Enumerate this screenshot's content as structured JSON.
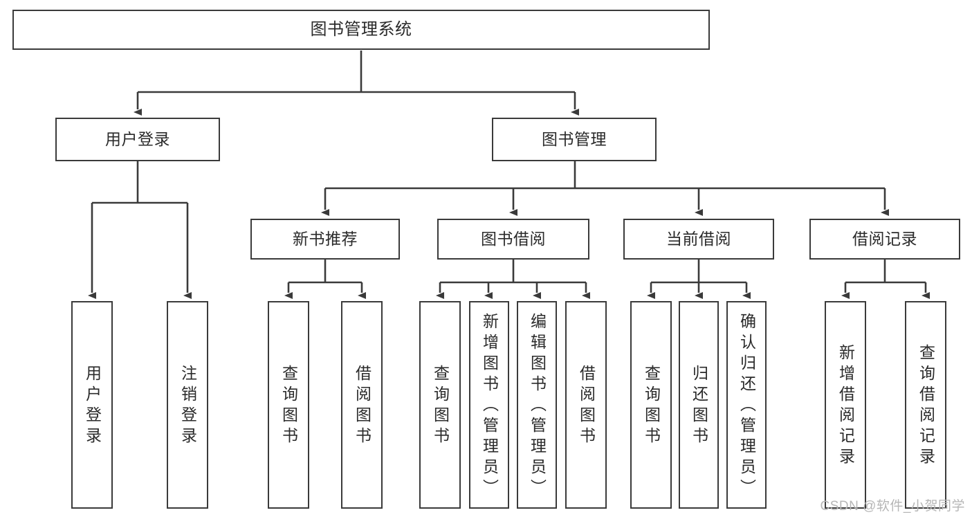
{
  "diagram": {
    "title": "图书管理系统",
    "type": "hierarchy-tree",
    "watermark": "CSDN @软件_小贺同学",
    "colors": {
      "stroke": "#3a3a3a",
      "fill": "#ffffff",
      "text": "#2a2a2a",
      "watermark": "#b6b6b6"
    },
    "levels": {
      "root": {
        "label": "图书管理系统"
      },
      "level2": [
        {
          "id": "user-login",
          "label": "用户登录"
        },
        {
          "id": "book-manage",
          "label": "图书管理"
        }
      ],
      "level3": [
        {
          "id": "new-book-recommend",
          "label": "新书推荐"
        },
        {
          "id": "book-borrow",
          "label": "图书借阅"
        },
        {
          "id": "current-borrow",
          "label": "当前借阅"
        },
        {
          "id": "borrow-record",
          "label": "借阅记录"
        }
      ],
      "leaves": [
        {
          "id": "leaf-user-login",
          "label": "用户登录",
          "parent": "user-login"
        },
        {
          "id": "leaf-user-logout",
          "label": "注销登录",
          "parent": "user-login"
        },
        {
          "id": "leaf-query-book-1",
          "label": "查询图书",
          "parent": "new-book-recommend"
        },
        {
          "id": "leaf-borrow-book-1",
          "label": "借阅图书",
          "parent": "new-book-recommend"
        },
        {
          "id": "leaf-query-book-2",
          "label": "查询图书",
          "parent": "book-borrow"
        },
        {
          "id": "leaf-add-book",
          "label": "新增图书（管理员）",
          "parent": "book-borrow"
        },
        {
          "id": "leaf-edit-book",
          "label": "编辑图书（管理员）",
          "parent": "book-borrow"
        },
        {
          "id": "leaf-borrow-book-2",
          "label": "借阅图书",
          "parent": "book-borrow"
        },
        {
          "id": "leaf-query-book-3",
          "label": "查询图书",
          "parent": "current-borrow"
        },
        {
          "id": "leaf-return-book",
          "label": "归还图书",
          "parent": "current-borrow"
        },
        {
          "id": "leaf-confirm-return",
          "label": "确认归还（管理员）",
          "parent": "current-borrow"
        },
        {
          "id": "leaf-add-record",
          "label": "新增借阅记录",
          "parent": "borrow-record"
        },
        {
          "id": "leaf-query-record",
          "label": "查询借阅记录",
          "parent": "borrow-record"
        }
      ]
    }
  }
}
